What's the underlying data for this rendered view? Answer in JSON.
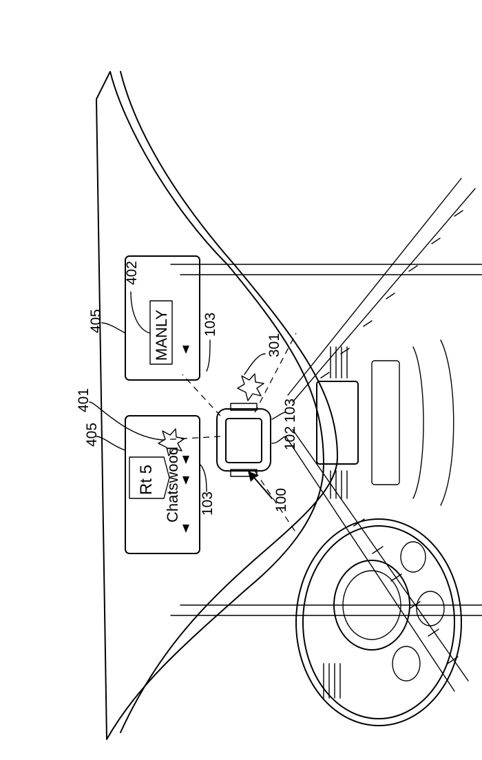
{
  "figure": {
    "signs": {
      "left_sign": {
        "route": "Rt 5",
        "destination": "Chatswood"
      },
      "right_sign": {
        "destination": "MANLY"
      }
    },
    "reference_numerals": {
      "device": "100",
      "display": "102",
      "beam_left": "103",
      "beam_right_top": "103",
      "beam_right_bottom": "103",
      "overlay_marker": "401",
      "highlighted_text": "402",
      "sign_left": "405",
      "sign_right": "405",
      "road_hazard": "301"
    }
  }
}
